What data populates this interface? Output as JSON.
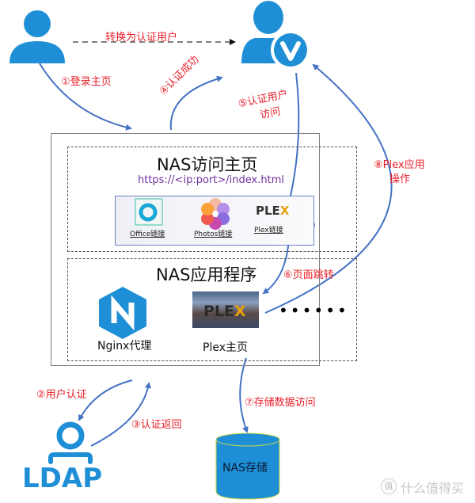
{
  "nodes": {
    "user": {
      "icon": "user-icon"
    },
    "verified_user": {
      "icon": "verified-user-icon",
      "badge": "V"
    },
    "ldap": {
      "label": "LDAP"
    },
    "storage": {
      "label": "NAS存储"
    }
  },
  "edges": {
    "convert": "转换为认证用户",
    "step1": "①登录主页",
    "step2": "②用户认证",
    "step3": "③认证返回",
    "step4": "④认证成功",
    "step5_line1": "⑤认证用户",
    "step5_line2": "访问",
    "step6": "⑥页面跳转",
    "step7": "⑦存储数据访问",
    "step8_line1": "⑧Plex应用",
    "step8_line2": "操作"
  },
  "portal": {
    "title": "NAS访问主页",
    "url": "https://<ip:port>/index.html",
    "links": [
      {
        "label": "Office链接",
        "icon": "office-icon"
      },
      {
        "label": "Photos链接",
        "icon": "photos-icon"
      },
      {
        "label": "Plex链接",
        "icon": "plex-logo",
        "logo_text": "PLE",
        "logo_accent": "X"
      }
    ]
  },
  "apps": {
    "title": "NAS应用程序",
    "items": [
      {
        "label": "Nginx代理",
        "icon": "nginx-icon",
        "glyph": "N"
      },
      {
        "label": "Plex主页",
        "icon": "plex-thumbnail",
        "logo_text": "PLE",
        "logo_accent": "X"
      }
    ],
    "more": "••••••"
  },
  "watermark": {
    "badge": "值",
    "text": "什么值得买"
  },
  "colors": {
    "primary_blue": "#1e8fd6",
    "arrow_blue": "#4472c4",
    "label_red": "#e8202a",
    "url_purple": "#7030a0",
    "plex_gold": "#e5a00d"
  }
}
